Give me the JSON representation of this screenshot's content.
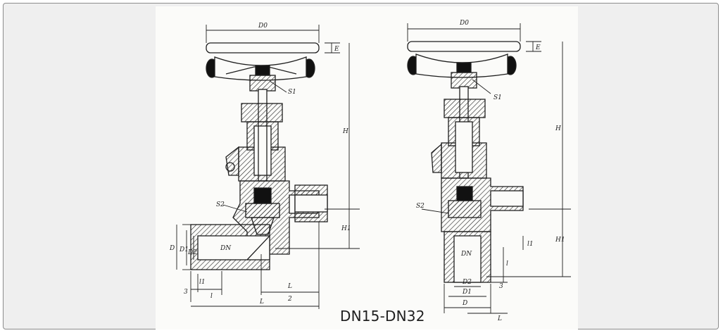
{
  "caption": "DN15-DN32",
  "left_view": {
    "labels": {
      "handwheel_dia": "D0",
      "handwheel_thk": "E",
      "stem_key": "S1",
      "seat_key": "S2",
      "height": "H",
      "height_lower": "H1",
      "bore": "DN",
      "outer_d": "D",
      "outer_d1": "D1",
      "outer_d2": "D2",
      "l1": "l1",
      "l": "l",
      "three": "3",
      "half_len": "L",
      "half_div": "2",
      "length": "L"
    }
  },
  "right_view": {
    "labels": {
      "handwheel_dia": "D0",
      "handwheel_thk": "E",
      "stem_key": "S1",
      "seat_key": "S2",
      "height": "H",
      "height_lower": "H1",
      "bore": "DN",
      "l1": "l1",
      "l": "l",
      "three": "3",
      "outer_d2": "D2",
      "outer_d1": "D1",
      "outer_d": "D",
      "length": "L"
    }
  },
  "colors": {
    "frame_bg": "#efefef",
    "sheet_bg": "#fbfbf9",
    "ink": "#1e1e1e",
    "border": "#8c8c8c"
  }
}
